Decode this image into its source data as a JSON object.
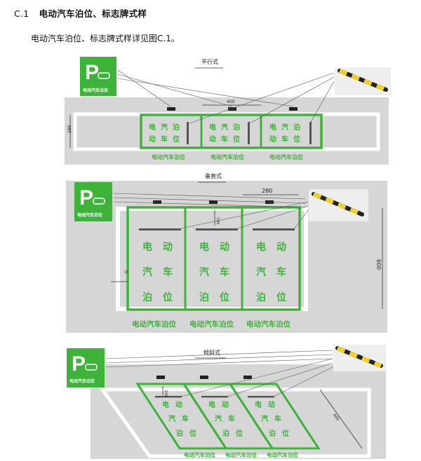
{
  "heading": {
    "number": "C.1",
    "title": "电动汽车泊位、标志牌式样"
  },
  "intro": "电动汽车泊位、标志牌式样详见图C.1。",
  "sign_text": "电动汽车泊位",
  "bay_text": "电动汽车泊位",
  "colors": {
    "green": "#3db33a",
    "gray": "#d3d3d3",
    "line": "#444444",
    "white": "#ffffff"
  },
  "parallel": {
    "caption": "平行式",
    "dim_top": "400",
    "dim_side": "280",
    "glyphs": [
      "电",
      "动",
      "汽",
      "车",
      "泊",
      "位"
    ]
  },
  "perpendicular": {
    "caption": "垂直式",
    "dim_top": "280",
    "dim_side": "600",
    "dim_inner": "100",
    "dim_line": "15",
    "glyphs": [
      "电",
      "动",
      "汽",
      "车",
      "泊",
      "位"
    ]
  },
  "oblique": {
    "caption": "倾斜式",
    "dim_inner": "100",
    "dim_side": "600",
    "glyphs": [
      "电",
      "动",
      "汽",
      "车",
      "泊",
      "位"
    ]
  }
}
